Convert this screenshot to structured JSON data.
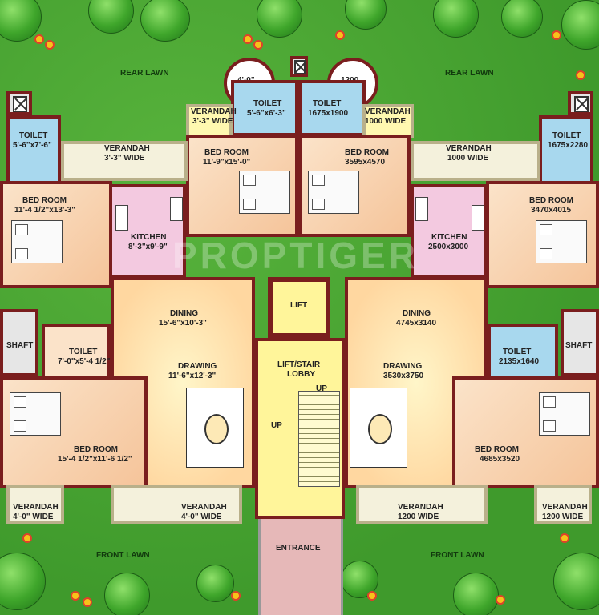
{
  "lawns": {
    "rear_left": "REAR LAWN",
    "rear_right": "REAR LAWN",
    "front_left": "FRONT LAWN",
    "front_right": "FRONT LAWN"
  },
  "rooms": {
    "toilet_tl": {
      "name": "TOILET",
      "size": "5'-6\"x7'-6\""
    },
    "verandah_l_top": {
      "name": "VERANDAH",
      "size": "3'-3\" WIDE"
    },
    "bed_l_top": {
      "name": "BED ROOM",
      "size": "11'-4 1/2\"x13'-3\""
    },
    "kitchen_l": {
      "name": "KITCHEN",
      "size": "8'-3\"x9'-9\""
    },
    "verandah_cl": {
      "name": "VERANDAH",
      "size": "3'-3\" WIDE"
    },
    "toilet_cl": {
      "name": "TOILET",
      "size": "5'-6\"x6'-3\""
    },
    "circle_l": "4'-0\"",
    "bed_cl": {
      "name": "BED ROOM",
      "size": "11'-9\"x15'-0\""
    },
    "toilet_cr": {
      "name": "TOILET",
      "size": "1675x1900"
    },
    "circle_r": "1200",
    "verandah_cr": {
      "name": "VERANDAH",
      "size": "1000 WIDE"
    },
    "bed_cr": {
      "name": "BED ROOM",
      "size": "3595x4570"
    },
    "verandah_r_top": {
      "name": "VERANDAH",
      "size": "1000 WIDE"
    },
    "toilet_tr": {
      "name": "TOILET",
      "size": "1675x2280"
    },
    "bed_r_top": {
      "name": "BED ROOM",
      "size": "3470x4015"
    },
    "kitchen_r": {
      "name": "KITCHEN",
      "size": "2500x3000"
    },
    "lift": "LIFT",
    "dining_l": {
      "name": "DINING",
      "size": "15'-6\"x10'-3\""
    },
    "dining_r": {
      "name": "DINING",
      "size": "4745x3140"
    },
    "shaft_l": "SHAFT",
    "shaft_r": "SHAFT",
    "toilet_ml": {
      "name": "TOILET",
      "size": "7'-0\"x5'-4 1/2\""
    },
    "toilet_mr": {
      "name": "TOILET",
      "size": "2135x1640"
    },
    "drawing_l": {
      "name": "DRAWING",
      "size": "11'-6\"x12'-3\""
    },
    "drawing_r": {
      "name": "DRAWING",
      "size": "3530x3750"
    },
    "lobby": {
      "name": "LIFT/STAIR",
      "sub": "LOBBY"
    },
    "up_1": "UP",
    "up_2": "UP",
    "bed_l_bot": {
      "name": "BED ROOM",
      "size": "15'-4 1/2\"x11'-6 1/2\""
    },
    "bed_r_bot": {
      "name": "BED ROOM",
      "size": "4685x3520"
    },
    "verandah_bl": {
      "name": "VERANDAH",
      "size": "4'-0\" WIDE"
    },
    "verandah_bcl": {
      "name": "VERANDAH",
      "size": "4'-0\" WIDE"
    },
    "verandah_bcr": {
      "name": "VERANDAH",
      "size": "1200 WIDE"
    },
    "verandah_br": {
      "name": "VERANDAH",
      "size": "1200 WIDE"
    },
    "entrance": "ENTRANCE"
  },
  "watermark": "PROPTIGER",
  "colors": {
    "wall": "#7a1e1e",
    "lawn": "#3f9a2c",
    "bedroom": "#f5c49a",
    "kitchen": "#f3c9e0",
    "toilet": "#a8d8ee",
    "lobby": "#fff59a"
  }
}
